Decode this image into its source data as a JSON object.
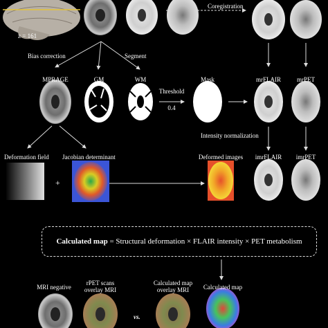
{
  "top": {
    "z_label": "z = 161",
    "coregistration": "Coregistration",
    "bias_correction": "Bias correction",
    "segment": "Segment"
  },
  "row2": {
    "mprage": "MPRAGE",
    "gm": "GM",
    "wm": "WM",
    "threshold": "Threshold",
    "threshold_value": "0.4",
    "mask": "Mask",
    "mrflair": "mrFLAIR",
    "mrpet": "mrPET",
    "intensity_normalization": "Intensity normalization"
  },
  "row3": {
    "deformation_field": "Deformation field",
    "jacobian": "Jacobian determinant",
    "plus": "+",
    "deformed_images": "Deformed images",
    "imrflair": "imrFLAIR",
    "imrpet": "imrPET"
  },
  "formula": {
    "bold": "Calculated map",
    "rest": " = Structural deformation × FLAIR intensity × PET metabolism"
  },
  "bottom": {
    "mri_negative": "MRI negative",
    "rpet_line1": "rPET scans",
    "rpet_line2": "overlay MRI",
    "vs": "vs.",
    "cmap_line1": "Calculated map",
    "cmap_line2": "overlay MRI",
    "calculated_map": "Calculated map"
  }
}
